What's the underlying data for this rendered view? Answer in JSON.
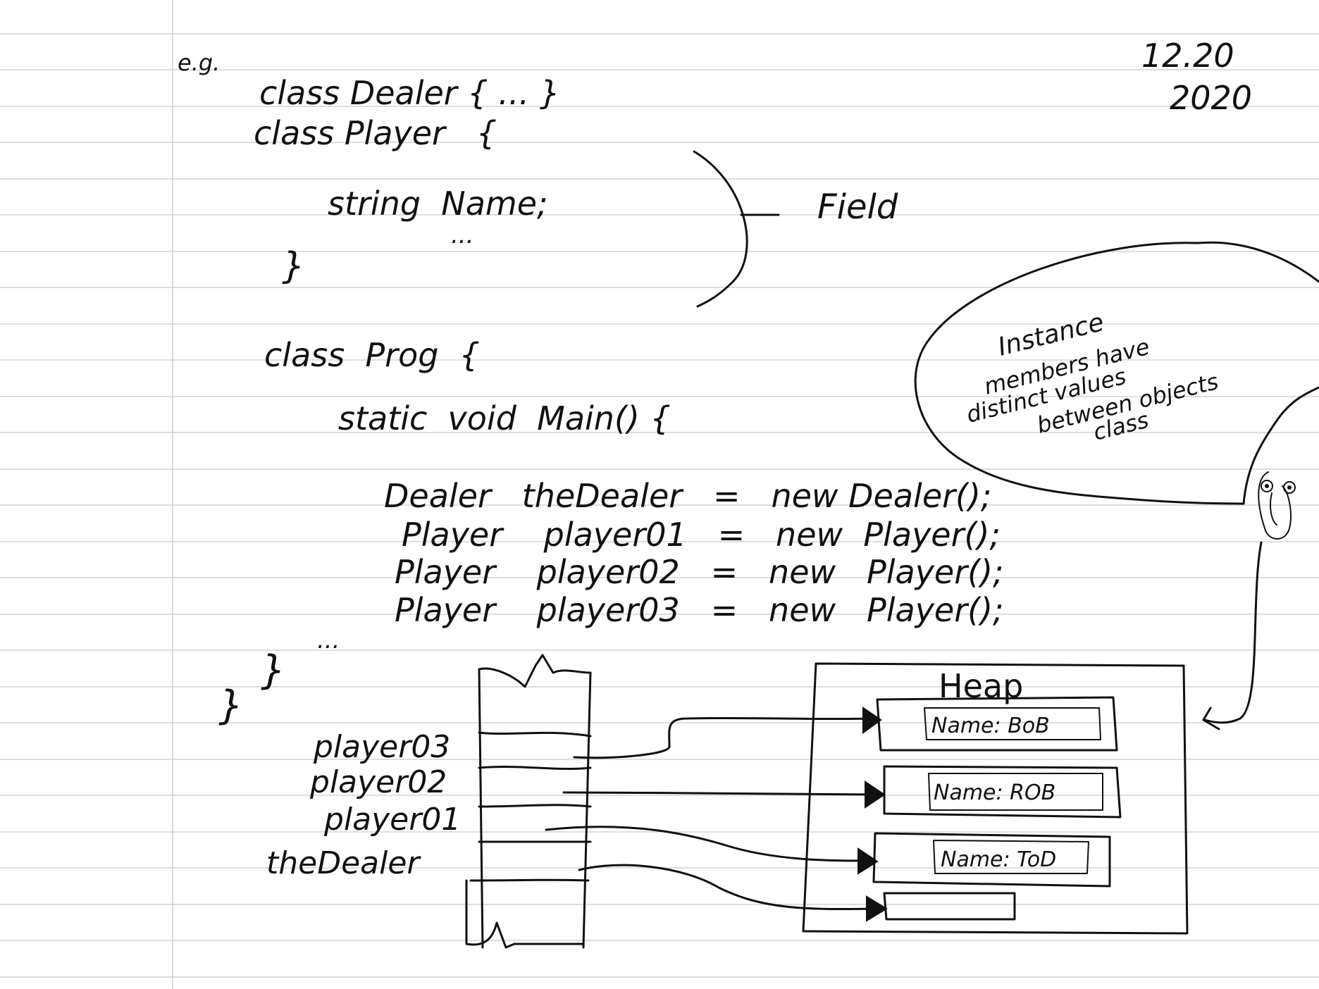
{
  "date": {
    "line1": "12.20",
    "line2": "2020"
  },
  "eg_label": "e.g.",
  "code": {
    "line1": "class Dealer { ... }",
    "line2": "class Player   {",
    "line3": "string  Name;",
    "line4": "...",
    "line5": "}",
    "line6": "class  Prog  {",
    "line7": "static  void  Main() {",
    "line8": "Dealer   theDealer   =   new Dealer();",
    "line9": "Player    player01   =   new  Player();",
    "line10": "Player    player02   =   new   Player();",
    "line11": "Player    player03   =   new   Player();",
    "line12": "...",
    "line13": "}",
    "line14": "}"
  },
  "field_label": "Field",
  "speech_bubble": {
    "line1": "Instance",
    "line2": "members  have",
    "line3": "distinct  values",
    "line4": "between  objects",
    "line5": "class"
  },
  "stack_labels": [
    "player03",
    "player02",
    "player01",
    "theDealer"
  ],
  "heap": {
    "title": "Heap",
    "objects": [
      "Name: BoB",
      "Name: ROB",
      "Name: ToD",
      ""
    ]
  }
}
